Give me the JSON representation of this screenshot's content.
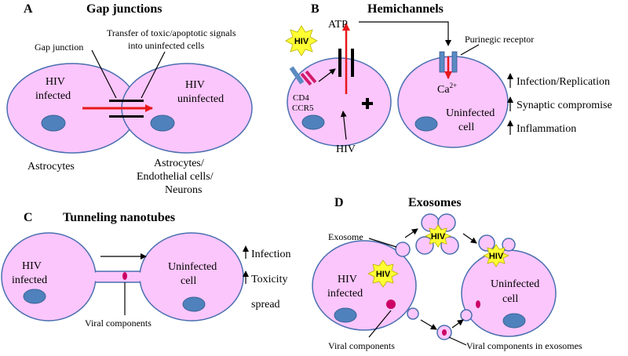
{
  "panel_a": {
    "letter": "A",
    "title": "Gap junctions",
    "gap_junction_label": "Gap junction",
    "transfer_label_1": "Transfer of toxic/apoptotic signals",
    "transfer_label_2": "into uninfected cells",
    "infected_1": "HIV",
    "infected_2": "infected",
    "uninfected_1": "HIV",
    "uninfected_2": "uninfected",
    "astrocytes": "Astrocytes",
    "cells_1": "Astrocytes/",
    "cells_2": "Endothelial cells/",
    "cells_3": "Neurons"
  },
  "panel_b": {
    "letter": "B",
    "title": "Hemichannels",
    "atp": "ATP",
    "hiv_badge": "HIV",
    "purinergic": "Purinegic receptor",
    "ca_base": "Ca",
    "ca_sup": "2+",
    "cd4": "CD4",
    "ccr5": "CCR5",
    "hiv_label": "HIV",
    "uninfected_1": "Uninfected",
    "uninfected_2": "cell",
    "effects": [
      "Infection/Replication",
      "Synaptic compromise",
      "Inflammation"
    ]
  },
  "panel_c": {
    "letter": "C",
    "title": "Tunneling nanotubes",
    "infected_1": "HIV",
    "infected_2": "infected",
    "uninfected_1": "Uninfected",
    "uninfected_2": "cell",
    "viral_components": "Viral components",
    "effects": [
      "Infection",
      "Toxicity",
      "spread"
    ]
  },
  "panel_d": {
    "letter": "D",
    "title": "Exosomes",
    "exosome_label": "Exosome",
    "hiv_badge": "HIV",
    "infected_1": "HIV",
    "infected_2": "infected",
    "uninfected_1": "Uninfected",
    "uninfected_2": "cell",
    "viral_components": "Viral components",
    "viral_in_exosomes": "Viral components  in exosomes"
  },
  "colors": {
    "cell_fill": "#fbc6fb",
    "cell_stroke": "#4a6fb0",
    "nucleus": "#4f81bd",
    "signal_arrow": "#e8181a",
    "hiv_star": "#ffff33",
    "viral_component": "#cc0066"
  }
}
